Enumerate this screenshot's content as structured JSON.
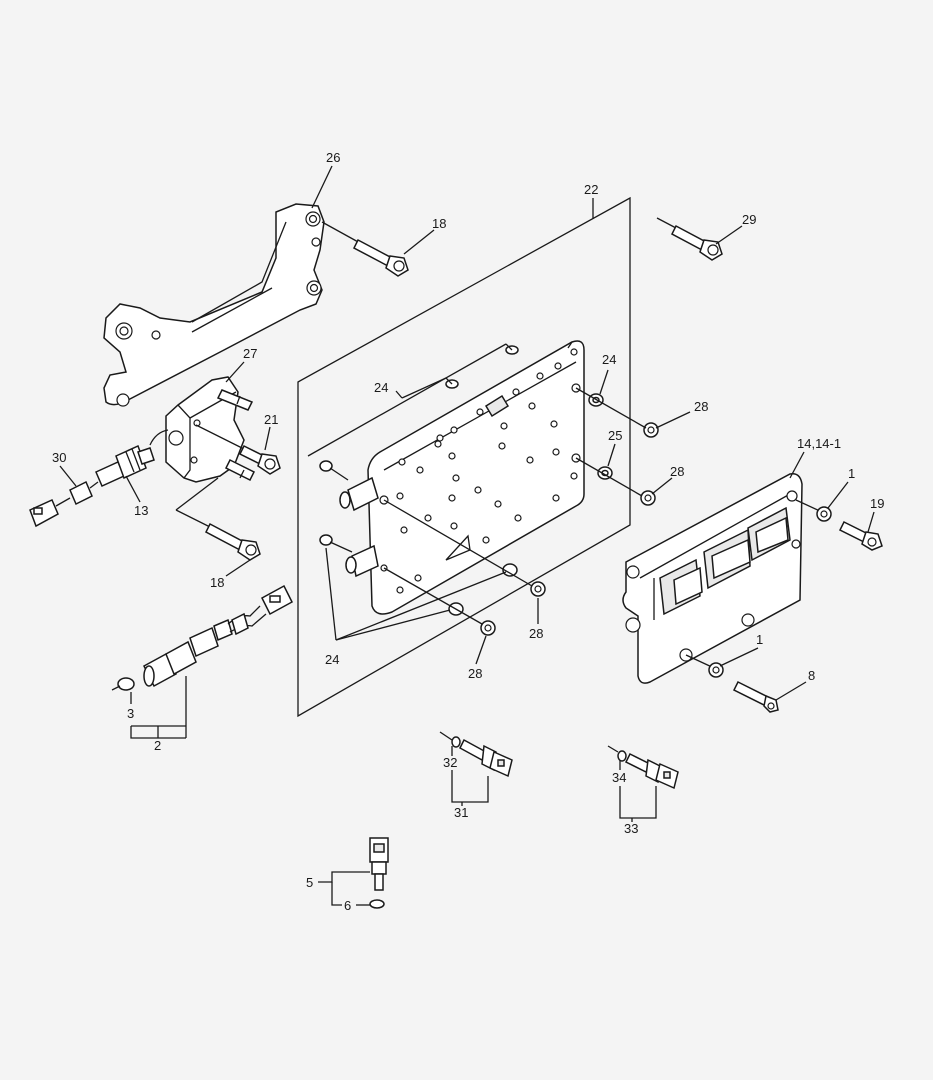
{
  "colors": {
    "background": "#f4f4f4",
    "line": "#1a1a1a",
    "part_fill": "#ffffff"
  },
  "callouts": {
    "c1a": "1",
    "c1b": "1",
    "c2": "2",
    "c3": "3",
    "c5": "5",
    "c6": "6",
    "c8": "8",
    "c13": "13",
    "c14": "14,14-1",
    "c18a": "18",
    "c18b": "18",
    "c19": "19",
    "c21": "21",
    "c22": "22",
    "c24a": "24",
    "c24b": "24",
    "c24c": "24",
    "c25": "25",
    "c26": "26",
    "c27": "27",
    "c28a": "28",
    "c28b": "28",
    "c28c": "28",
    "c28d": "28",
    "c29": "29",
    "c30": "30",
    "c31": "31",
    "c32": "32",
    "c33": "33",
    "c34": "34"
  }
}
